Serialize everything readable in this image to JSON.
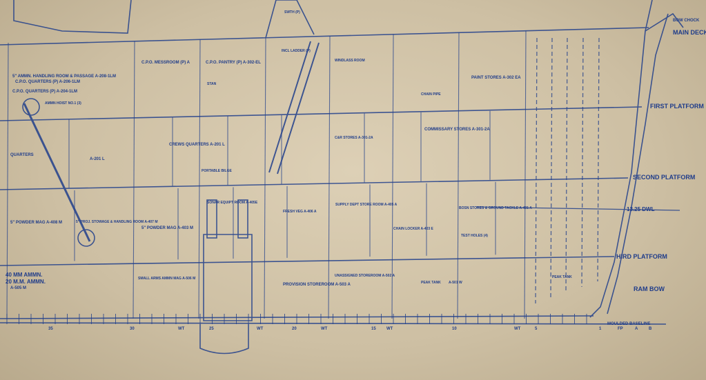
{
  "deck_labels": {
    "bow_chock": "BOW CHOCK",
    "main_deck": "MAIN DECK",
    "first_platform": "FIRST PLATFORM",
    "second_platform": "SECOND PLATFORM",
    "third_platform": "HIRD PLATFORM",
    "ram_bow": "RAM BOW",
    "dwl": "13.25 DWL",
    "moulded_baseline": "MOULDED BASELINE"
  },
  "compartments": [
    {
      "id": "fwd-handling-room",
      "text": "5\" AMMN. HANDLING ROOM & PASSAGE A-208-1LM"
    },
    {
      "id": "cpo-quarters-2",
      "text": "C.P.O. QUARTERS (P) A-206-1LM"
    },
    {
      "id": "cpo-quarters-1",
      "text": "C.P.O. QUARTERS (P) A-204-1LM"
    },
    {
      "id": "ammn-hoist",
      "text": "AMMN HOIST NO.1 (3)"
    },
    {
      "id": "cpo-messroom",
      "text": "C.P.O. MESSROOM (P) A"
    },
    {
      "id": "cpo-pantry",
      "text": "C.P.O. PANTRY (P) A-302-EL"
    },
    {
      "id": "incl-ladder",
      "text": "INCL LADDER (P)"
    },
    {
      "id": "windlass-room",
      "text": "WINDLASS ROOM"
    },
    {
      "id": "chain-pipe",
      "text": "CHAIN PIPE"
    },
    {
      "id": "paint-stores",
      "text": "PAINT STORES A-302 EA"
    },
    {
      "id": "crews-quarters",
      "text": "CREWS QUARTERS A-201 L"
    },
    {
      "id": "quarters-left",
      "text": "QUARTERS"
    },
    {
      "id": "a-201-l-left",
      "text": "A-201 L"
    },
    {
      "id": "commissary-stores",
      "text": "COMMISSARY STORES A-301-2A"
    },
    {
      "id": "cs-stores",
      "text": "C&R STORES A-301-2A"
    },
    {
      "id": "portable-bilge",
      "text": "PORTABLE BILGE"
    },
    {
      "id": "sonar-equipt-room",
      "text": "SONAR EQUIPT ROOM A-405E"
    },
    {
      "id": "powder-mag-1",
      "text": "5\" POWDER MAG A-408 M"
    },
    {
      "id": "proj-handling-room",
      "text": "5\" PROJ. STOWAGE & HANDLING ROOM A-407 M"
    },
    {
      "id": "powder-mag-2",
      "text": "5\" POWDER MAG A-403 M"
    },
    {
      "id": "fresh-veg",
      "text": "FRESH VEG A-406 A"
    },
    {
      "id": "supply-dept",
      "text": "SUPPLY DEPT STORE ROOM A-405 A"
    },
    {
      "id": "chain-locker",
      "text": "CHAIN LOCKER A-403 E"
    },
    {
      "id": "boatswain-stores",
      "text": "BOSN STORES & GROUND TACKLE A-401 A"
    },
    {
      "id": "test-holes",
      "text": "TEST HOLES (4)"
    },
    {
      "id": "ammn-40mm",
      "text": "40 MM AMMN."
    },
    {
      "id": "ammn-20mm",
      "text": "20 M.M. AMMN."
    },
    {
      "id": "a-505-m",
      "text": "A-505 M"
    },
    {
      "id": "small-arms",
      "text": "SMALL ARMS AMMN MAG A-506 M"
    },
    {
      "id": "provision-storeroom",
      "text": "PROVISION STOREROOM A-503 A"
    },
    {
      "id": "unassigned-storeroom",
      "text": "UNASSIGNED STOREROOM A-502 A"
    },
    {
      "id": "peak-tank",
      "text": "PEAK TANK"
    },
    {
      "id": "a-501-w",
      "text": "A-501 W"
    },
    {
      "id": "peak-tank-fwd",
      "text": "PEAK TANK"
    },
    {
      "id": "stan",
      "text": "STAN"
    },
    {
      "id": "swtch",
      "text": "SWTH (P)"
    }
  ],
  "frame_labels": [
    "35",
    "30",
    "WT",
    "25",
    "WT",
    "20",
    "WT",
    "15",
    "WT",
    "10",
    "WT",
    "5",
    "1",
    "FP",
    "A",
    "B"
  ]
}
